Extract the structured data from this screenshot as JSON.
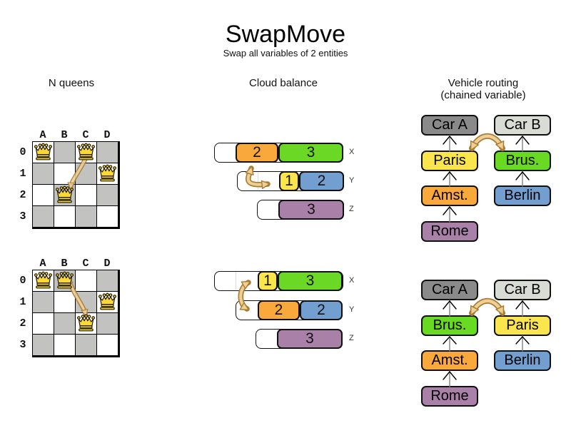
{
  "title": "SwapMove",
  "subtitle": "Swap all variables of 2 entities",
  "colors": {
    "process_orange": "#f9a83c",
    "process_green": "#6cd826",
    "process_yellow": "#fbe54c",
    "process_blue": "#729fcf",
    "process_purple": "#a980a8",
    "car_a_gray": "#8a8a8a",
    "car_b_gray": "#d9dcd4",
    "board_gray": "#c2c2c0",
    "queen_gold": "#fbd83a",
    "swap_arrow_fill": "#eecf96",
    "swap_arrow_stroke": "#a87c33"
  },
  "nqueens": {
    "header": "N queens",
    "column_labels": [
      "A",
      "B",
      "C",
      "D"
    ],
    "row_labels": [
      "0",
      "1",
      "2",
      "3"
    ],
    "before": {
      "queen_cells": [
        "A0",
        "C0",
        "D1",
        "B2"
      ]
    },
    "after": {
      "queen_cells": [
        "A0",
        "B0",
        "D1",
        "C2"
      ]
    }
  },
  "cloud": {
    "header": "Cloud balance",
    "before": {
      "computers": [
        {
          "label": "X",
          "processes": [
            {
              "value": "2"
            },
            {
              "value": "3"
            }
          ]
        },
        {
          "label": "Y",
          "processes": [
            {
              "value": "1"
            },
            {
              "value": "2"
            }
          ]
        },
        {
          "label": "Z",
          "processes": [
            {
              "value": "3"
            }
          ]
        }
      ]
    },
    "after": {
      "computers": [
        {
          "label": "X",
          "processes": [
            {
              "value": "1"
            },
            {
              "value": "3"
            }
          ]
        },
        {
          "label": "Y",
          "processes": [
            {
              "value": "2"
            },
            {
              "value": "2"
            }
          ]
        },
        {
          "label": "Z",
          "processes": [
            {
              "value": "3"
            }
          ]
        }
      ]
    }
  },
  "vehicle": {
    "header": "Vehicle routing",
    "subheader": "(chained variable)",
    "before": {
      "chain_a": [
        "Car A",
        "Paris",
        "Amst.",
        "Rome"
      ],
      "chain_b": [
        "Car B",
        "Brus.",
        "Berlin"
      ]
    },
    "after": {
      "chain_a": [
        "Car A",
        "Brus.",
        "Amst.",
        "Rome"
      ],
      "chain_b": [
        "Car B",
        "Paris",
        "Berlin"
      ]
    }
  }
}
